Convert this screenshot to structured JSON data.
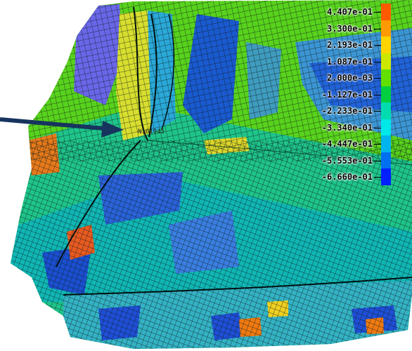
{
  "viewer": {
    "node_tag": "N161945"
  },
  "colors": {
    "mesh_line": "#0a1a1a",
    "arrow": "#17345e",
    "background": "#ffffff"
  },
  "legend": {
    "entries": [
      {
        "value": "4.407e-01",
        "color": "#ff5a00"
      },
      {
        "value": "3.300e-01",
        "color": "#ff9a00"
      },
      {
        "value": "2.193e-01",
        "color": "#ffd400"
      },
      {
        "value": "1.087e-01",
        "color": "#cce800"
      },
      {
        "value": "2.000e-03",
        "color": "#62e000"
      },
      {
        "value": "-1.127e-01",
        "color": "#00d040"
      },
      {
        "value": "-2.233e-01",
        "color": "#00dcb0"
      },
      {
        "value": "-3.340e-01",
        "color": "#00e8e8"
      },
      {
        "value": "-4.447e-01",
        "color": "#00b4ee"
      },
      {
        "value": "-5.553e-01",
        "color": "#0070f0"
      },
      {
        "value": "-6.660e-01",
        "color": "#0020ff"
      }
    ]
  },
  "icons": {
    "pointer": "arrow-pointer-icon"
  }
}
